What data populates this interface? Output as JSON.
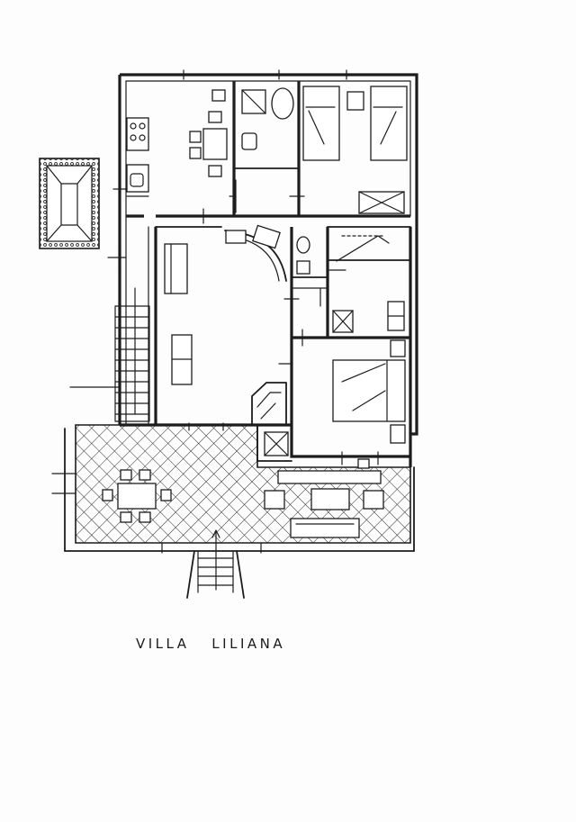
{
  "title": "VILLA   LILIANA",
  "colors": {
    "ink": "#1c1c1c",
    "paper": "#fdfdfd"
  },
  "icons": [
    "bed",
    "table",
    "chair",
    "sofa",
    "toilet",
    "washbasin",
    "stove",
    "sink",
    "stairs",
    "door",
    "window",
    "fireplace",
    "shower"
  ]
}
